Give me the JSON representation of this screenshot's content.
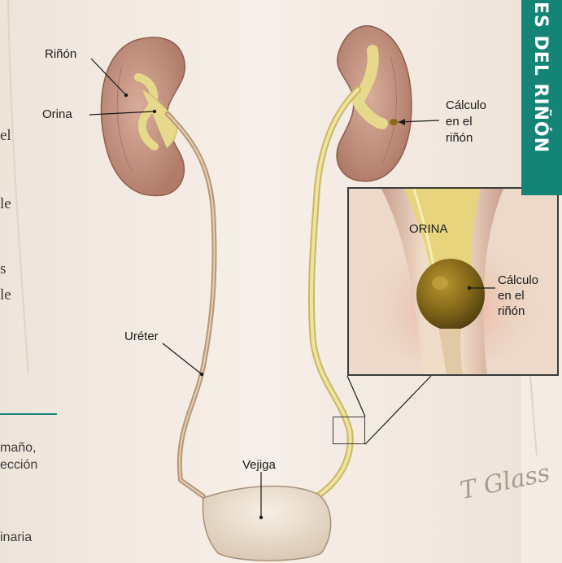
{
  "side_tab": {
    "title": "ES DEL RIÑÓN",
    "color": "#138476"
  },
  "labels": {
    "rinon": "Riñón",
    "orina": "Orina",
    "calculo_kidney": [
      "Cálculo",
      "en el",
      "riñón"
    ],
    "ureter": "Uréter",
    "vejiga": "Vejiga",
    "inset_orina": "ORINA",
    "calculo_inset": [
      "Cálculo",
      "en el",
      "riñón"
    ]
  },
  "signature": "T Glass",
  "body_text_fragments": {
    "right_edge": [
      "el",
      "le",
      "s",
      "le"
    ],
    "bottom": [
      "maño,",
      "ección",
      "inaria"
    ]
  },
  "colors": {
    "background": "#f3ece4",
    "kidney": "#c99684",
    "urine": "#e7d98c",
    "ureter": "#b9967a",
    "bladder": "#efe3d3",
    "accent": "#138476"
  }
}
